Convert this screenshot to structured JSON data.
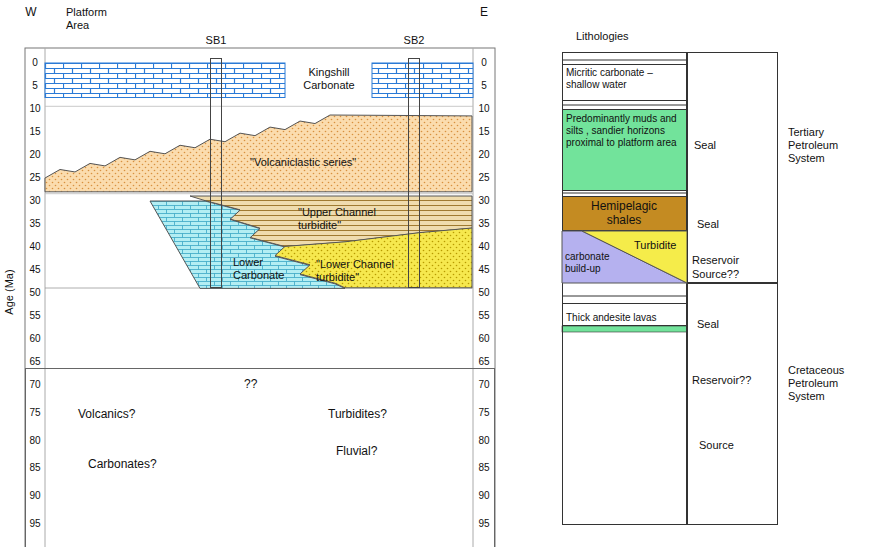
{
  "diagram": {
    "nodes": [
      {
        "text": [
          "Kingshill Carbonate"
        ]
      },
      {
        "text": [
          "\"Volcaniclastic series\""
        ]
      },
      {
        "text": [
          "\"Upper Channel turbidite\""
        ]
      },
      {
        "text": [
          "Lower Carbonate"
        ]
      },
      {
        "text": [
          "\"Lower Channel turbidite\""
        ]
      },
      {
        "text": [
          "SB1"
        ]
      },
      {
        "text": [
          "SB2"
        ]
      },
      {
        "text": [
          "??",
          "Volcanics?",
          "Turbidites?",
          "Fluvial?",
          "Carbonates?"
        ]
      },
      {
        "text": [
          "Lithologies"
        ]
      },
      {
        "text": [
          "Micritic carbonate – shallow water"
        ],
        "in": 8
      },
      {
        "text": [
          "Predominantly muds and silts , sandier horizons proximal to platform area"
        ],
        "in": 8
      },
      {
        "text": [
          "Hemipelagic shales"
        ],
        "in": 8
      },
      {
        "text": [
          "carbonate build-up"
        ],
        "in": 8
      },
      {
        "text": [
          "Turbidite"
        ],
        "in": 8
      },
      {
        "text": [
          "Thick andesite lavas"
        ],
        "in": 8
      },
      {
        "text": [
          "Tertiary Petroleum System",
          "Seal",
          "Seal",
          "Reservoir",
          "Source??"
        ]
      },
      {
        "text": [
          "Cretaceous Petroleum System",
          "Seal",
          "Reservoir??",
          "Source"
        ]
      }
    ],
    "labels": [
      "W",
      "Platform Area",
      "E",
      "0",
      "5",
      "10",
      "15",
      "20",
      "25",
      "30",
      "35",
      "40",
      "45",
      "50",
      "55",
      "60",
      "65",
      "Age (Ma)",
      "0",
      "5",
      "10",
      "15",
      "20",
      "25",
      "30",
      "35",
      "40",
      "45",
      "50",
      "55",
      "60",
      "65",
      "70",
      "75",
      "80",
      "85",
      "90",
      "95",
      "70",
      "75",
      "80",
      "85",
      "90",
      "95"
    ]
  }
}
